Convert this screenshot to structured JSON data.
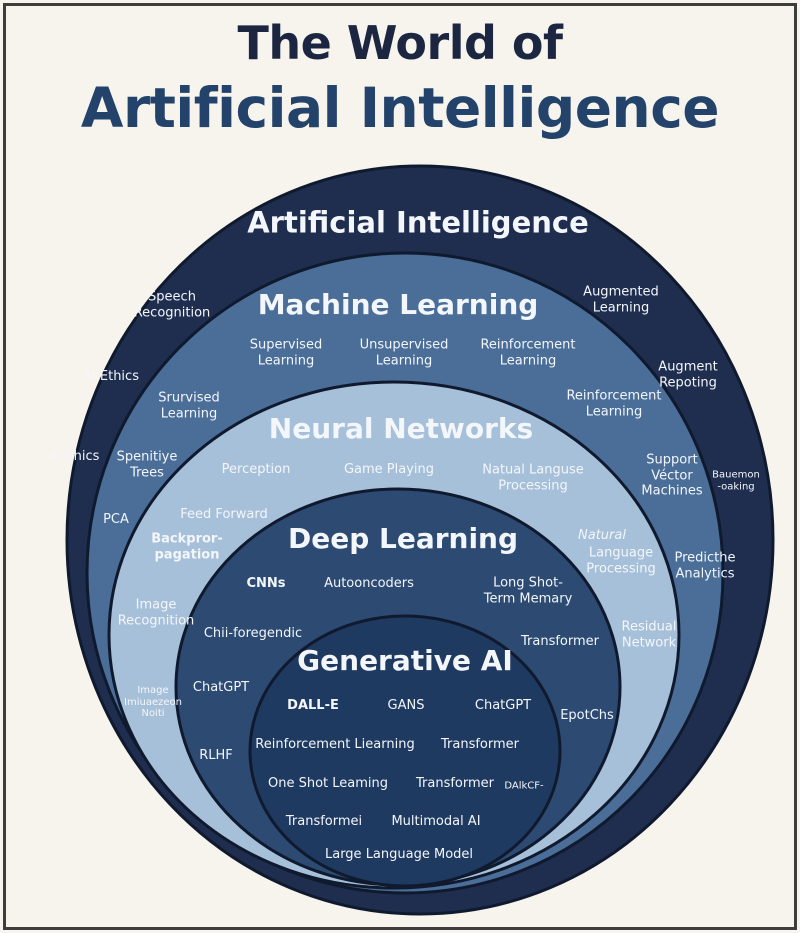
{
  "title": {
    "line1": "The World of",
    "line2": "Artificial Intelligence"
  },
  "colors": {
    "background": "#f7f4ee",
    "ring_ai": "#1f2e4f",
    "ring_ml": "#4a6e98",
    "ring_nn": "#a7c0d9",
    "ring_dl": "#2c4a72",
    "ring_gen": "#1f3a60",
    "outline": "#101a2e"
  },
  "layers": {
    "ai": {
      "heading": "Artificial Intelligence",
      "items": [
        "Speech\nRecognition",
        "AI Ethics",
        "AI Ehics",
        "PCA",
        "Augmented\nLearning",
        "Augment\nRepoting",
        "Bauemon\n-oaking"
      ]
    },
    "ml": {
      "heading": "Machine Learning",
      "items": [
        "Supervised\nLearning",
        "Unsupervised\nLearning",
        "Reinforcement\nLearning",
        "Srurvised\nLearning",
        "Spenitiye\nTrees",
        "Reinforcement\nLearning",
        "Support\nVéctor\nMachines",
        "Predicthe\nAnalytics",
        "Residual\nNetwork"
      ]
    },
    "nn": {
      "heading": "Neural Networks",
      "items": [
        "Perception",
        "Game Playing",
        "Natual Languse\nProcessing",
        "Feed Forward",
        "Backpror-\npagation",
        "Natural",
        "Language\nProcessing",
        "Image\nRecognition",
        "Image\nImiuaezeon\nNoiti"
      ]
    },
    "dl": {
      "heading": "Deep Learning",
      "items": [
        "CNNs",
        "Autooncoders",
        "Long Shot-\nTerm Memary",
        "Chii-foregendic",
        "Transformer",
        "ChatGPT",
        "EpotChs",
        "RLHF"
      ]
    },
    "gen": {
      "heading": "Generative AI",
      "items": [
        "DALL-E",
        "GANS",
        "ChatGPT",
        "Reinforcement Liearning",
        "Transformer",
        "One Shot Leaming",
        "Transformer",
        "DAlkCF-",
        "Transformei",
        "Multimodal AI",
        "Large Language Model"
      ]
    }
  }
}
